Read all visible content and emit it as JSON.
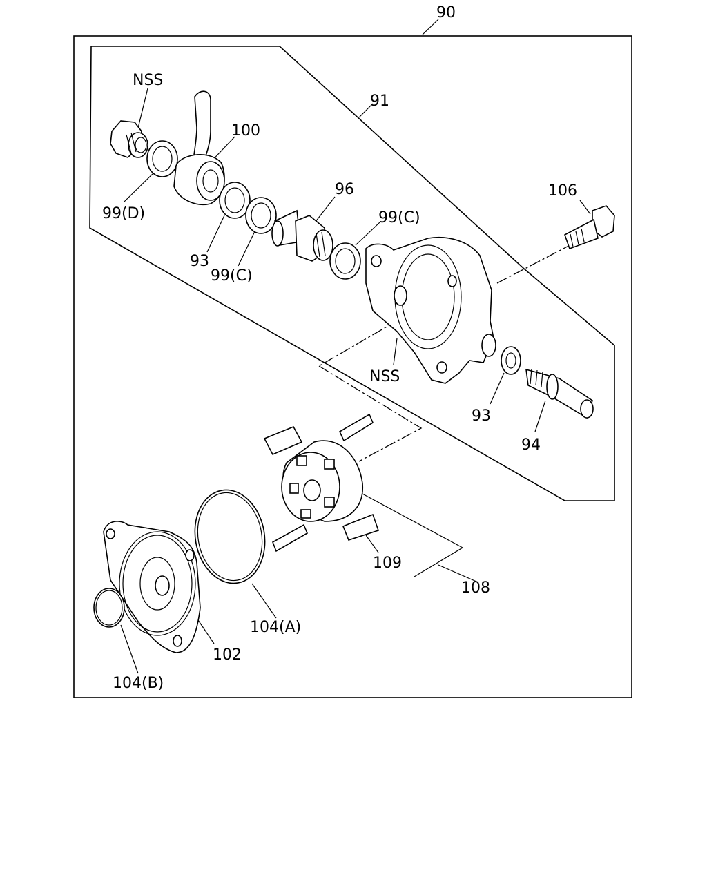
{
  "labels": {
    "l90": "90",
    "l91": "91",
    "nss_top": "NSS",
    "l100": "100",
    "l99d": "99(D)",
    "l93a": "93",
    "l99c_a": "99(C)",
    "l96": "96",
    "l99c_b": "99(C)",
    "l106": "106",
    "nss_mid": "NSS",
    "l93b": "93",
    "l94": "94",
    "l109": "109",
    "l108": "108",
    "l104a": "104(A)",
    "l102": "102",
    "l104b": "104(B)"
  }
}
